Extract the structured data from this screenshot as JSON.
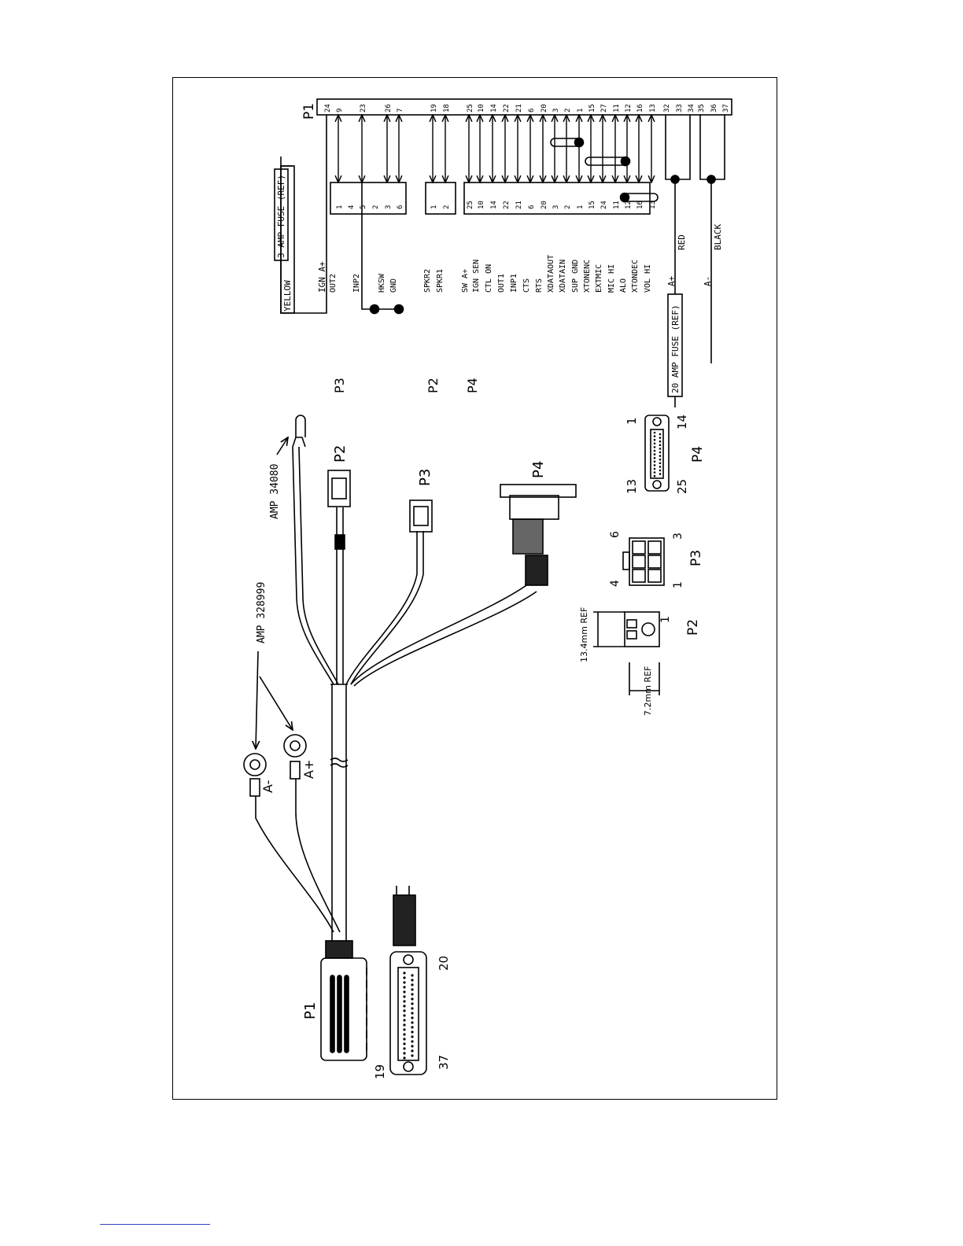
{
  "schematic": {
    "p1_label": "P1",
    "p1_pins": [
      "24",
      "9",
      "23",
      "26",
      "7",
      "19",
      "18",
      "25",
      "10",
      "14",
      "22",
      "21",
      "6",
      "20",
      "3",
      "2",
      "1",
      "15",
      "27",
      "11",
      "12",
      "16",
      "13",
      "32",
      "33",
      "34",
      "35",
      "36",
      "37"
    ],
    "p3_label": "P3",
    "p3_pins": [
      "1",
      "4",
      "5",
      "2",
      "3",
      "6"
    ],
    "p3_signals": [
      "OUT2",
      "INP2",
      "HKSW",
      "GND"
    ],
    "p2_label": "P2",
    "p2_pins": [
      "1",
      "2"
    ],
    "p2_signals": [
      "SPKR2",
      "SPKR1"
    ],
    "p4_label": "P4",
    "p4_pins": [
      "25",
      "10",
      "14",
      "22",
      "21",
      "6",
      "20",
      "3",
      "2",
      "1",
      "15",
      "24",
      "11",
      "12",
      "16",
      "13"
    ],
    "p4_signals": [
      "SW A+",
      "IGN SEN",
      "CTL ON",
      "OUT1",
      "INP1",
      "CTS",
      "RTS",
      "XDATAOUT",
      "XDATAIN",
      "SUP GND",
      "XTONENC",
      "EXTMIC",
      "MIC HI",
      "ALO",
      "XTONDEC",
      "VOL HI"
    ],
    "ign_label": "IGN A+",
    "yellow_label": "YELLOW",
    "fuse3": "3 AMP FUSE (REF)",
    "fuse20": "20 AMP FUSE (REF)",
    "a_plus": "A+",
    "a_minus": "A-",
    "red_label": "RED",
    "black_label": "BLACK"
  },
  "cable": {
    "amp_328999": "AMP 328999",
    "amp_34080": "AMP 34080",
    "ring_a_minus": "A-",
    "ring_a_plus": "A+",
    "p1_label": "P1",
    "p2_label": "P2",
    "p3_label": "P3",
    "p4_label": "P4"
  },
  "details": {
    "p1_pin_19": "19",
    "p1_pin_37": "37",
    "p1_pin_20": "20",
    "p2_dim_width": "7.2mm REF",
    "p2_dim_height": "13.4mm REF",
    "p2_pin_1": "1",
    "p2_label": "P2",
    "p3_pin_4": "4",
    "p3_pin_6": "6",
    "p3_pin_3": "3",
    "p3_pin_1": "1",
    "p3_label": "P3",
    "p4_pin_1": "1",
    "p4_pin_14": "14",
    "p4_pin_13": "13",
    "p4_pin_25": "25",
    "p4_label": "P4"
  }
}
